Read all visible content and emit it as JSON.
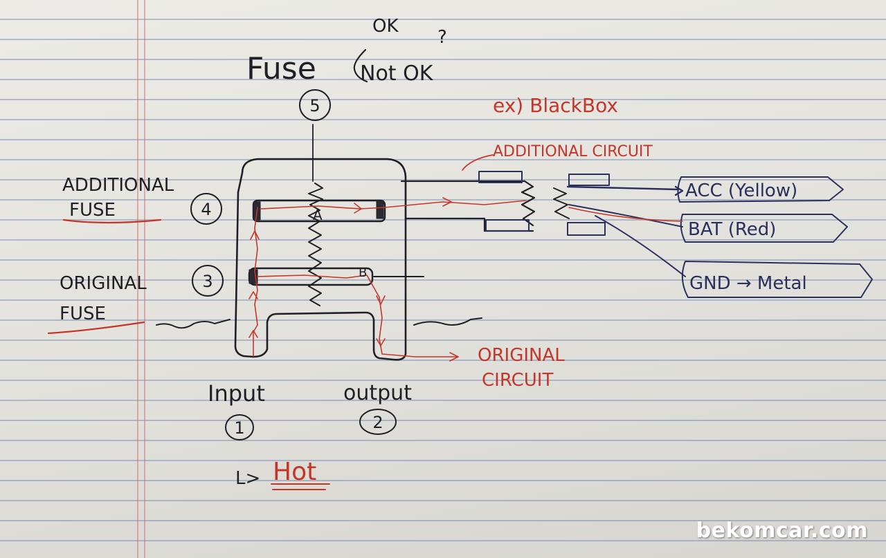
{
  "labels": {
    "fuse": "Fuse",
    "ok": "OK",
    "question": "?",
    "not_ok": "Not OK",
    "num_5": "5",
    "example": "ex) BlackBox",
    "additional_circuit": "ADDITIONAL CIRCUIT",
    "additional": "ADDITIONAL",
    "fuse_word_1": "FUSE",
    "num_4": "4",
    "original": "ORIGINAL",
    "fuse_word_2": "FUSE",
    "num_3": "3",
    "fuse_a": "A",
    "fuse_b": "B",
    "input": "Input",
    "num_1": "1",
    "output": "output",
    "num_2": "2",
    "hot_arrow": "L>",
    "hot": "Hot",
    "original_circuit_1": "ORIGINAL",
    "original_circuit_2": "CIRCUIT",
    "acc_yellow": "ACC (Yellow)",
    "bat_red": "BAT (Red)",
    "gnd_metal": "GND → Metal",
    "watermark": "bekomcar.com"
  },
  "colors": {
    "ink_black": "#1f1f26",
    "ink_blue": "#2b2f5e",
    "ink_red": "#c4362a",
    "paper": "#e6e5df"
  }
}
